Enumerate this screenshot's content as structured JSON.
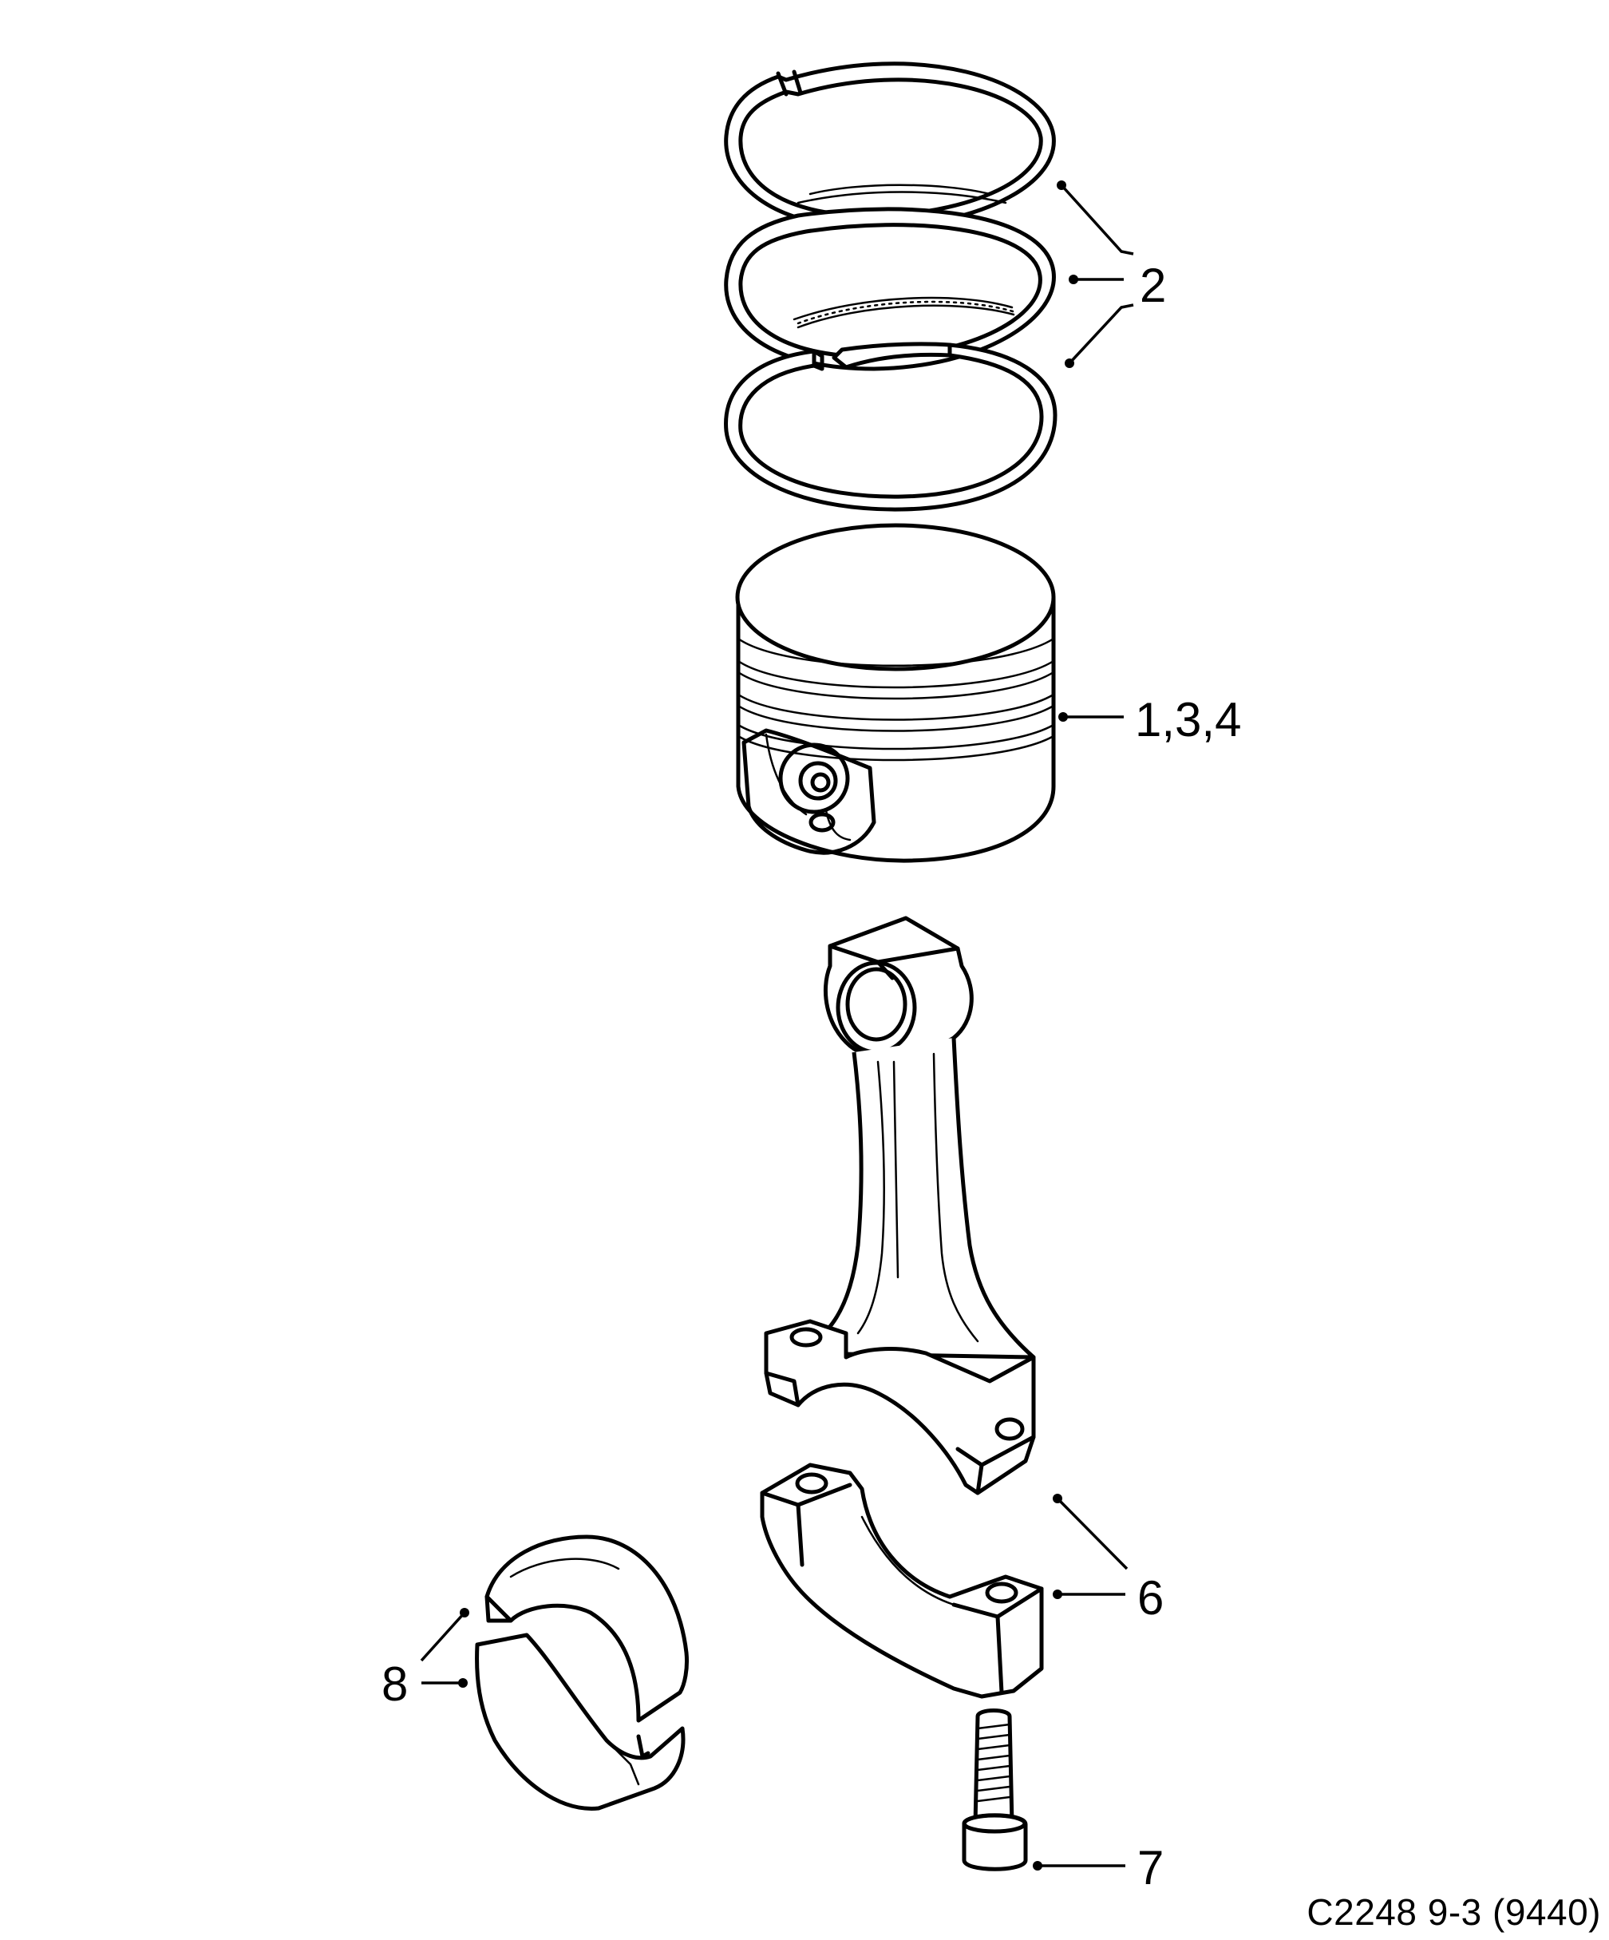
{
  "diagram": {
    "parts": [
      {
        "id": "piston-rings",
        "icon": "piston-rings-icon"
      },
      {
        "id": "piston",
        "icon": "piston-icon"
      },
      {
        "id": "connecting-rod",
        "icon": "connecting-rod-icon"
      },
      {
        "id": "bearing-cap",
        "icon": "bearing-cap-icon"
      },
      {
        "id": "bearing-shells",
        "icon": "bearing-shell-icon"
      },
      {
        "id": "cap-bolt",
        "icon": "bolt-icon"
      }
    ],
    "callouts": {
      "rings": "2",
      "piston": "1,3,4",
      "rod": "6",
      "bolt": "7",
      "bearings": "8"
    },
    "reference": "C2248 9-3 (9440)"
  }
}
